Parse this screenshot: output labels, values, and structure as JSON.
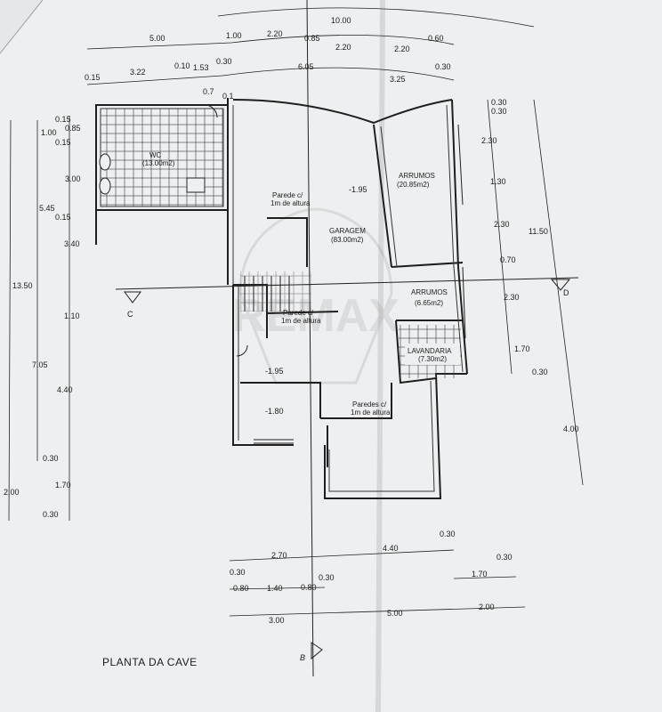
{
  "drawing": {
    "title": "PLANTA DA CAVE",
    "watermark": "REMAX",
    "section_markers": {
      "b": "B",
      "c": "C",
      "d": "D"
    }
  },
  "rooms": {
    "wc_name": "WC",
    "wc_area": "(13.00m2)",
    "arrumos1_name": "ARRUMOS",
    "arrumos1_area": "(20.85m2)",
    "garagem_name": "GARAGEM",
    "garagem_area": "(83.00m2)",
    "arrumos2_name": "ARRUMOS",
    "arrumos2_area": "(6.65m2)",
    "lavandaria_name": "LAVANDARIA",
    "lavandaria_area": "(7.30m2)"
  },
  "notes": {
    "parede1_a": "Parede c/",
    "parede1_b": "1m de altura",
    "parede2_a": "Parede c/",
    "parede2_b": "1m de altura",
    "paredes3_a": "Paredes c/",
    "paredes3_b": "1m de altura"
  },
  "levels": {
    "l1": "-1.95",
    "l2": "-1.95",
    "l3": "-1.80"
  },
  "dims": {
    "top": [
      "10.00",
      "5.00",
      "1.00",
      "2.20",
      "0.85",
      "2.20",
      "2.20",
      "0.60",
      "0.15",
      "3.22",
      "0.10",
      "1.53",
      "0.30",
      "6.05",
      "0.30",
      "3.25",
      "0.7",
      "0.1"
    ],
    "left": [
      "0.15",
      "1.00",
      "0.85",
      "0.15",
      "3.00",
      "5.45",
      "0.15",
      "3.40",
      "13.50",
      "1.10",
      "7.05",
      "4.40",
      "0.30",
      "2.00",
      "1.70",
      "0.30"
    ],
    "right": [
      "0.30",
      "0.30",
      "2.30",
      "1.30",
      "2.30",
      "11.50",
      "0.70",
      "2.30",
      "1.70",
      "0.30",
      "4.00"
    ],
    "bottom": [
      "0.30",
      "2.70",
      "4.40",
      "0.30",
      "0.30",
      "1.70",
      "0.80",
      "1.40",
      "0.80",
      "0.30",
      "3.00",
      "5.00",
      "2.00"
    ]
  }
}
